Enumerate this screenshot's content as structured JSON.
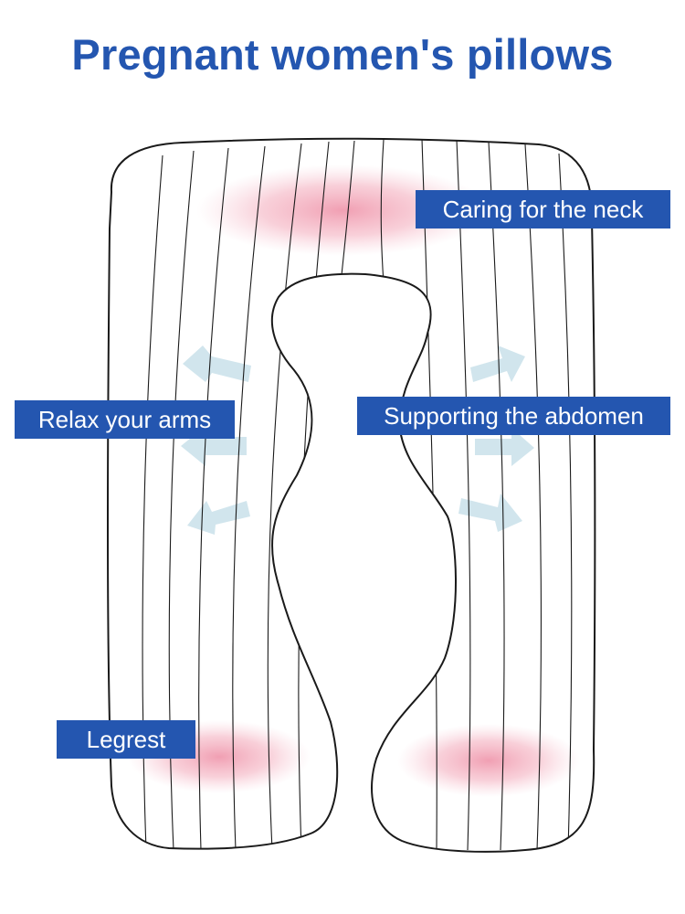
{
  "title": "Pregnant women's pillows",
  "labels": {
    "neck": "Caring for the neck",
    "arms": "Relax your arms",
    "abdomen": "Supporting the abdomen",
    "legrest": "Legrest"
  },
  "colors": {
    "title": "#2456b0",
    "label_background": "#2456b0",
    "label_text": "#ffffff",
    "outline": "#1a1a1a",
    "highlight_pink": "#f29bb0",
    "arrow_blue": "#c9e1ea"
  }
}
